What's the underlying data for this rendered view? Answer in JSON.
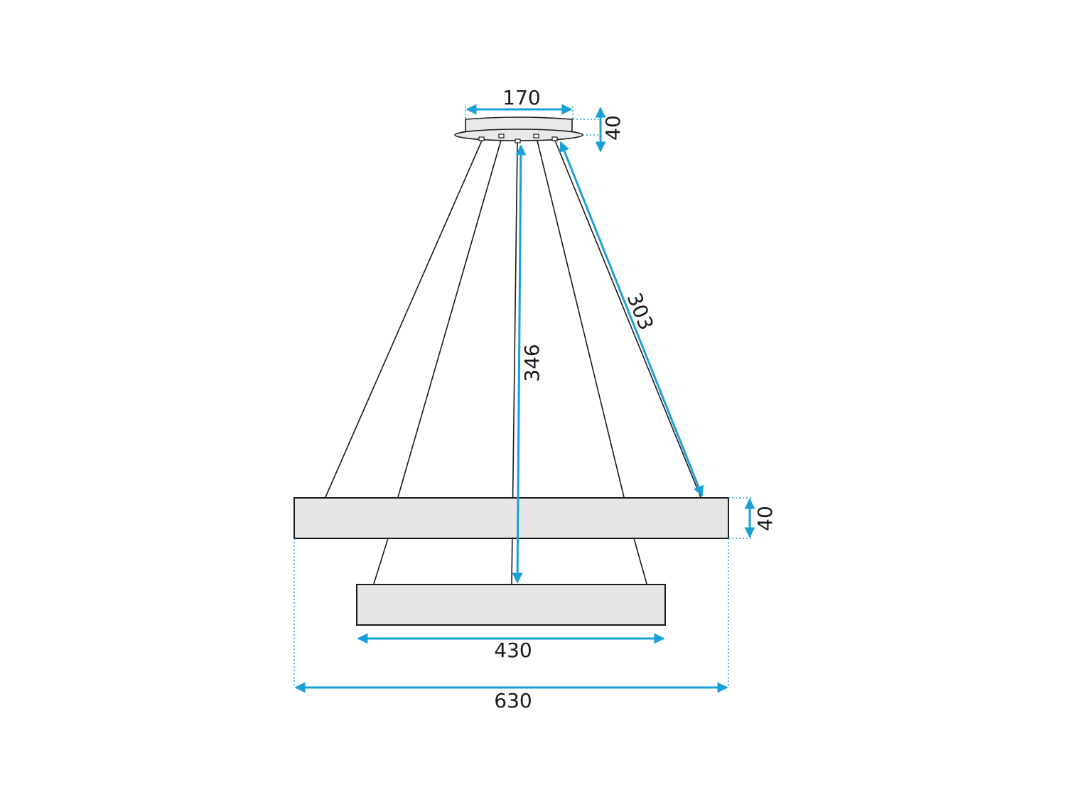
{
  "colors": {
    "dimension": "#1aa0d8",
    "line": "#1a1a1a",
    "fill": "#e6e6e6"
  },
  "dimensions": {
    "canopy_width": "170",
    "canopy_height": "40",
    "diagonal_wire": "303",
    "vertical_drop": "346",
    "ring_height": "40",
    "inner_ring_width": "430",
    "outer_ring_width": "630"
  }
}
